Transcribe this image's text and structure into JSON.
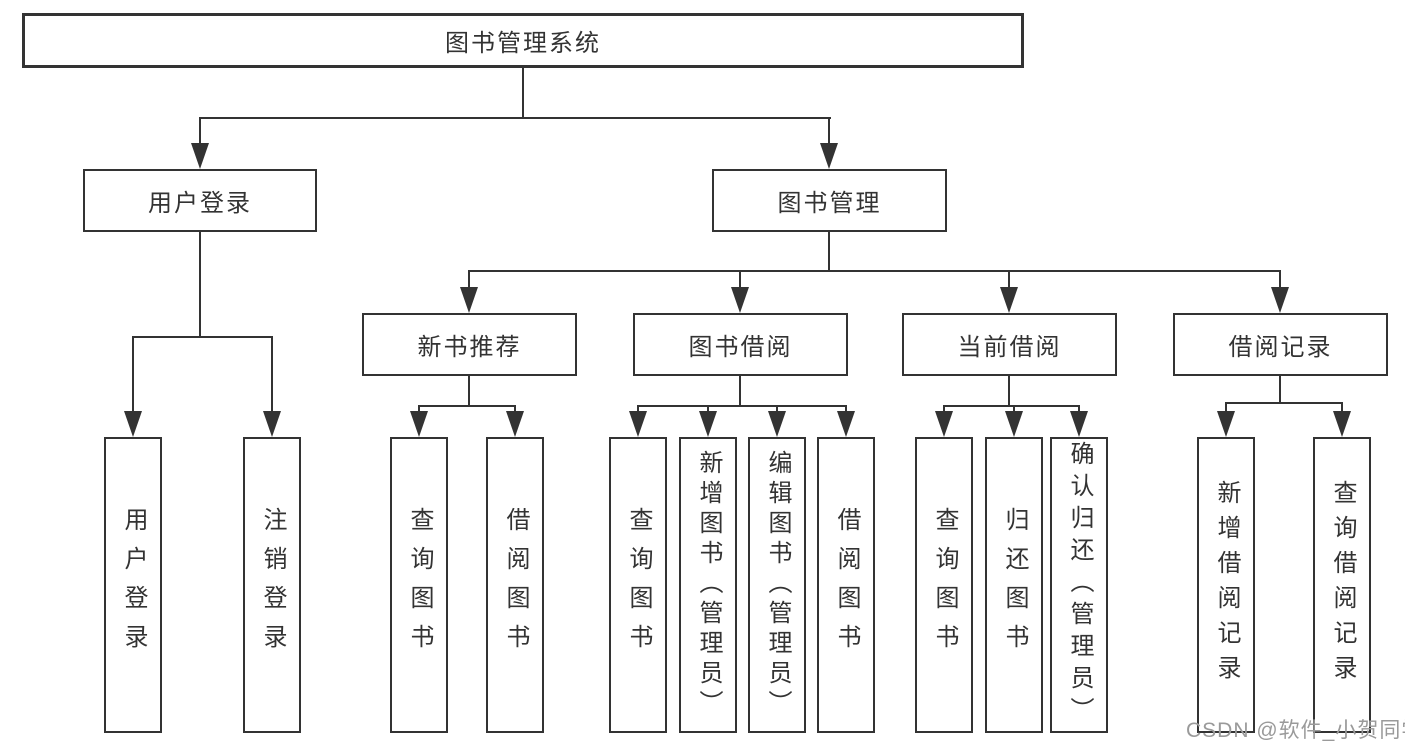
{
  "diagram": {
    "root": {
      "label": "图书管理系统"
    },
    "level2": {
      "user_login": {
        "label": "用户登录"
      },
      "book_mgmt": {
        "label": "图书管理"
      }
    },
    "level3": {
      "new_book_rec": {
        "label": "新书推荐"
      },
      "book_borrow": {
        "label": "图书借阅"
      },
      "current_borrow": {
        "label": "当前借阅"
      },
      "borrow_records": {
        "label": "借阅记录"
      }
    },
    "leaves": {
      "login": {
        "label": "用户登录"
      },
      "logout": {
        "label": "注销登录"
      },
      "rec_query_books": {
        "label": "查询图书"
      },
      "rec_borrow_books": {
        "label": "借阅图书"
      },
      "bb_query_books": {
        "label": "查询图书"
      },
      "bb_add_books": {
        "label": "新增图书（管理员）"
      },
      "bb_edit_books": {
        "label": "编辑图书（管理员）"
      },
      "bb_borrow_books": {
        "label": "借阅图书"
      },
      "cb_query_books": {
        "label": "查询图书"
      },
      "cb_return_books": {
        "label": "归还图书"
      },
      "cb_confirm_return": {
        "label": "确认归还（管理员）"
      },
      "br_add_record": {
        "label": "新增借阅记录"
      },
      "br_query_record": {
        "label": "查询借阅记录"
      }
    }
  },
  "watermark": {
    "text": "CSDN @软件_小贺同学"
  },
  "colors": {
    "line": "#333333",
    "text": "#333333",
    "watermark": "#9a9a9a",
    "background": "#ffffff"
  }
}
